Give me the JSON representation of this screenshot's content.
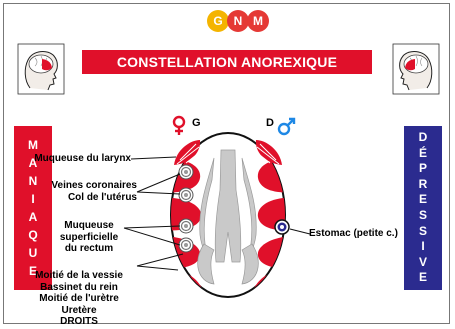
{
  "logo": {
    "letters": [
      "G",
      "N",
      "M"
    ],
    "colors": [
      "#f4b400",
      "#e53935",
      "#e53935"
    ]
  },
  "title": "CONSTELLATION ANOREXIQUE",
  "left_bar": {
    "letters": [
      "M",
      "A",
      "N",
      "I",
      "A",
      "Q",
      "U",
      "E"
    ],
    "color": "#e0102a"
  },
  "right_bar": {
    "letters": [
      "D",
      "É",
      "P",
      "R",
      "E",
      "S",
      "S",
      "I",
      "V",
      "E"
    ],
    "color": "#2b2b8f"
  },
  "sides": {
    "left": "G",
    "right": "D"
  },
  "labels": {
    "larynx": "Muqueuse du larynx",
    "coronaires": "Veines coronaires",
    "uterus": "Col de l'utérus",
    "rectum_1": "Muqueuse",
    "rectum_2": "superficielle",
    "rectum_3": "du rectum",
    "vessie_1": "Moitié de la vessie",
    "vessie_2": "Bassinet du rein",
    "vessie_3": "Moitié de l'urètre",
    "vessie_4": "Uretère",
    "vessie_5": "DROITS",
    "estomac": "Estomac (petite c.)"
  },
  "colors": {
    "red": "#e0102a",
    "blue": "#2b2b8f",
    "female": "#e0102a",
    "male": "#1e88e5"
  }
}
